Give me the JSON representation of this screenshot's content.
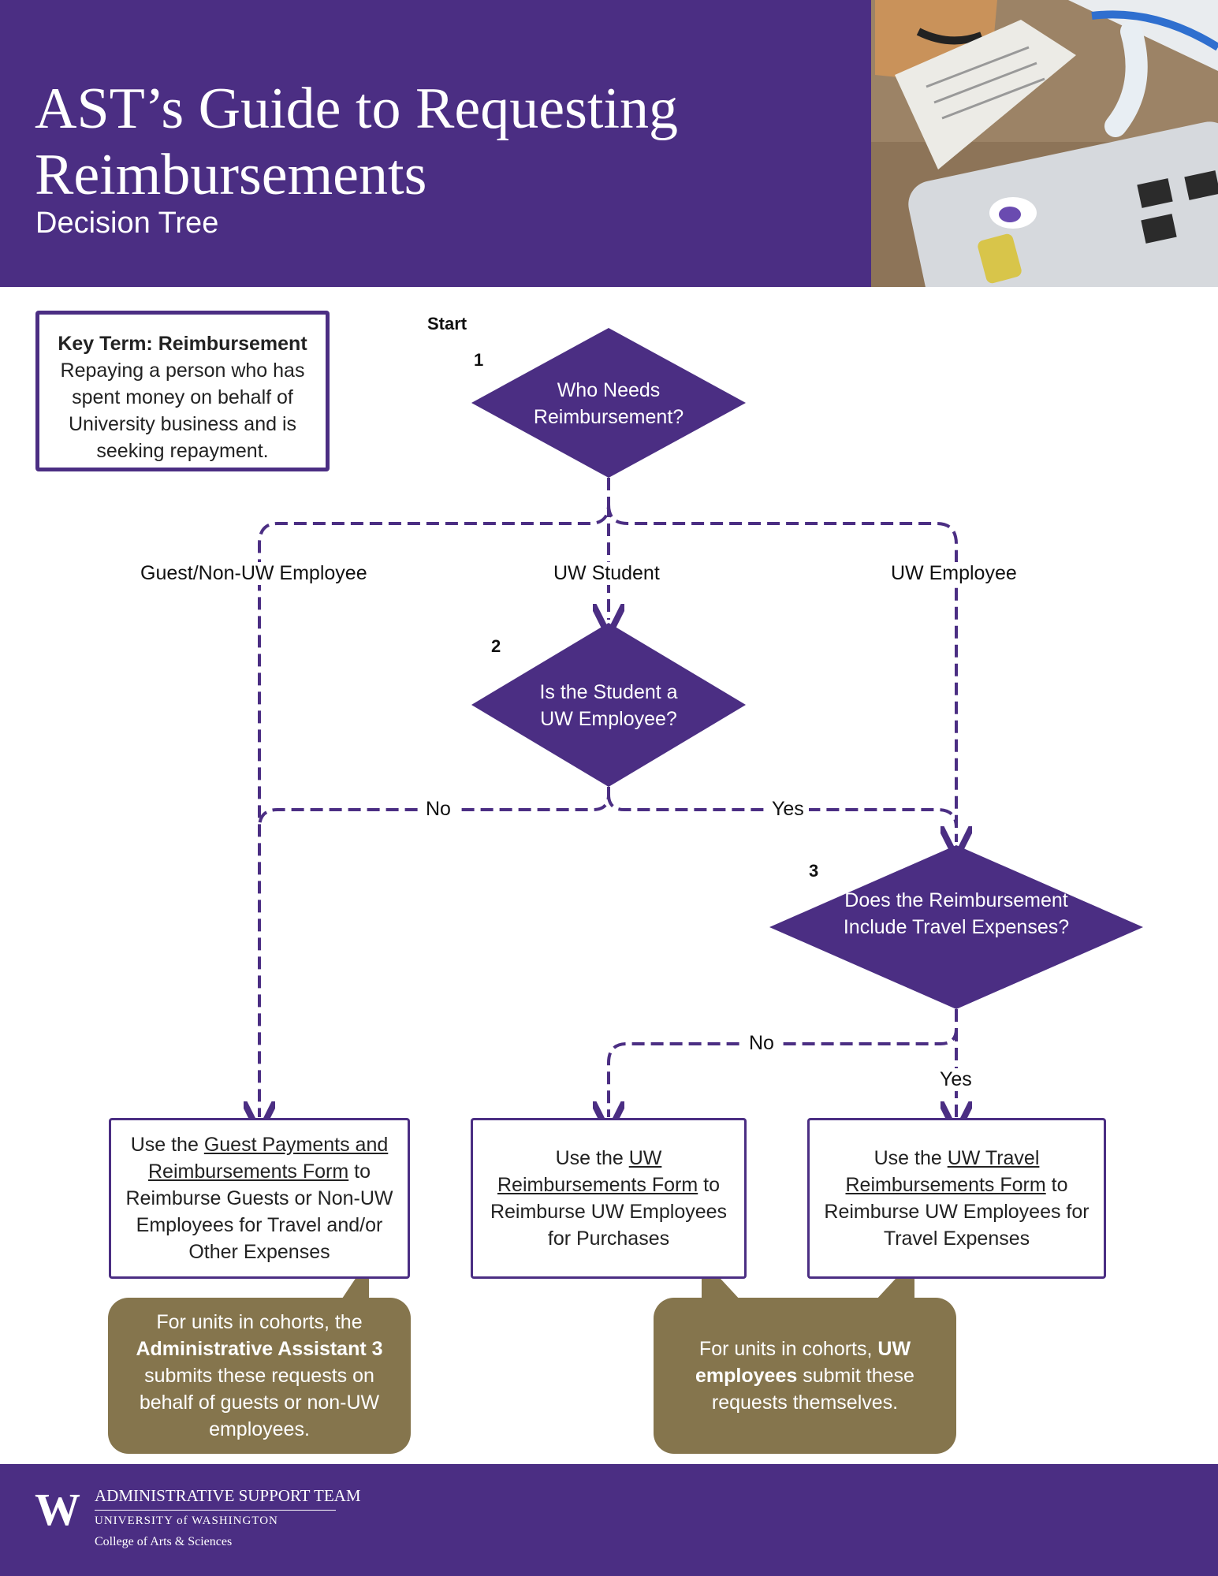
{
  "header": {
    "title": "AST’s Guide to Requesting Reimbursements",
    "subtitle": "Decision Tree"
  },
  "key_term": {
    "heading": "Key Term: Reimbursement",
    "text": "Repaying a person who has spent money on behalf of University business and is seeking repayment."
  },
  "flow": {
    "start_label": "Start",
    "step1": {
      "number": "1",
      "question": "Who Needs Reimbursement?"
    },
    "branches": {
      "guest": "Guest/Non-UW Employee",
      "student": "UW Student",
      "employee": "UW Employee"
    },
    "step2": {
      "number": "2",
      "question": "Is the Student a UW Employee?",
      "no": "No",
      "yes": "Yes"
    },
    "step3": {
      "number": "3",
      "question": "Does the Reimbursement Include Travel Expenses?",
      "no": "No",
      "yes": "Yes"
    }
  },
  "outcomes": {
    "guest": {
      "pre": "Use the ",
      "link": "Guest Payments and Reimbursements Form",
      "post": " to Reimburse Guests or Non-UW Employees for Travel and/or Other Expenses"
    },
    "purchases": {
      "pre": "Use the ",
      "link": "UW Reimbursements Form",
      "post": " to Reimburse UW Employees for Purchases"
    },
    "travel": {
      "pre": "Use the ",
      "link": "UW Travel Reimbursements Form",
      "post": " to Reimburse UW Employees for Travel Expenses"
    }
  },
  "notes": {
    "left": {
      "pre": "For units in cohorts, the ",
      "bold": "Administrative Assistant 3",
      "post": " submits these requests on behalf of guests or non-UW employees."
    },
    "right": {
      "pre": "For units in cohorts, ",
      "bold": "UW employees",
      "post": " submit these requests themselves."
    }
  },
  "footer": {
    "logo_letter": "W",
    "team": "ADMINISTRATIVE SUPPORT TEAM",
    "university": "UNIVERSITY of WASHINGTON",
    "college": "College of Arts & Sciences"
  },
  "colors": {
    "purple": "#4b2e83",
    "gold": "#85754d",
    "white": "#ffffff"
  }
}
